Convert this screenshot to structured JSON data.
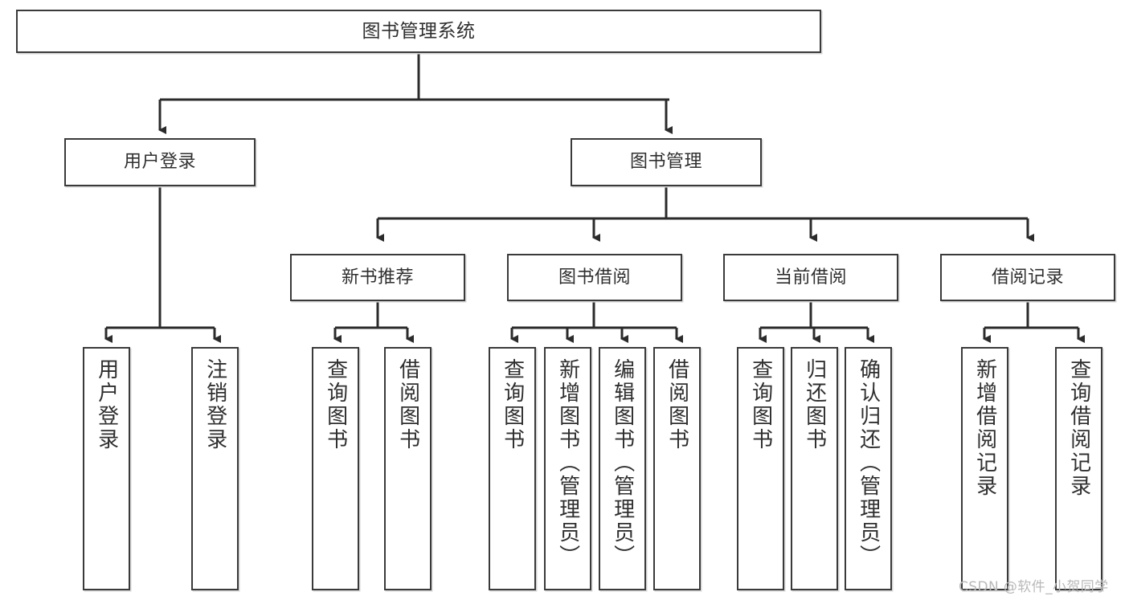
{
  "diagram": {
    "type": "tree",
    "title": "图书管理系统",
    "orientation": "top-down",
    "colors": {
      "box_border": "#3a3a3a",
      "box_fill": "#ffffff",
      "edge": "#2b2b2b",
      "text": "#2f2f2f",
      "watermark": "#b9b9b9"
    },
    "root": {
      "label": "图书管理系统"
    },
    "level2": [
      {
        "label": "用户登录"
      },
      {
        "label": "图书管理"
      }
    ],
    "level3": [
      {
        "label": "新书推荐"
      },
      {
        "label": "图书借阅"
      },
      {
        "label": "当前借阅"
      },
      {
        "label": "借阅记录"
      }
    ],
    "leaves": {
      "user_login": [
        {
          "label": "用户登录"
        },
        {
          "label": "注销登录"
        }
      ],
      "new_book_recommend": [
        {
          "label": "查询图书"
        },
        {
          "label": "借阅图书"
        }
      ],
      "book_borrow": [
        {
          "label": "查询图书"
        },
        {
          "label": "新增图书（管理员）"
        },
        {
          "label": "编辑图书（管理员）"
        },
        {
          "label": "借阅图书"
        }
      ],
      "current_borrow": [
        {
          "label": "查询图书"
        },
        {
          "label": "归还图书"
        },
        {
          "label": "确认归还（管理员）"
        }
      ],
      "borrow_record": [
        {
          "label": "新增借阅记录"
        },
        {
          "label": "查询借阅记录"
        }
      ]
    }
  },
  "watermark": {
    "text": "CSDN @软件_小贺同学"
  }
}
